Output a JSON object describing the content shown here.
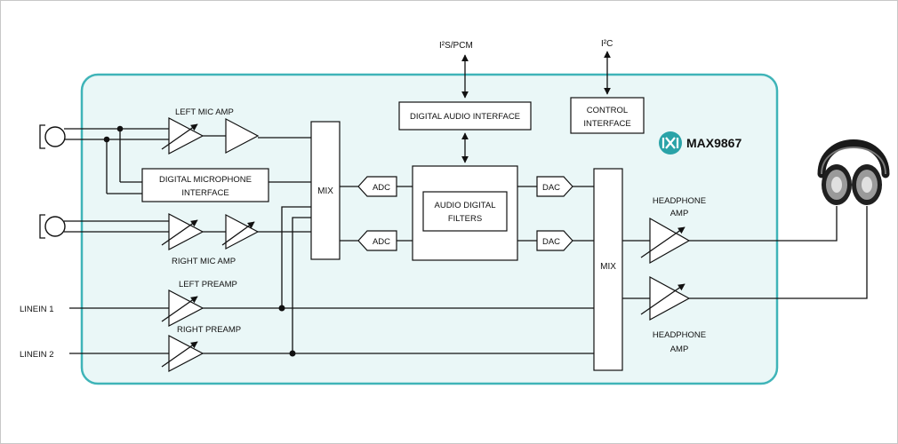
{
  "chip": {
    "name": "MAX9867",
    "logo_icon": "maxim-logo-icon"
  },
  "buses": {
    "i2s": "I²S/PCM",
    "i2c": "I²C"
  },
  "blocks": {
    "digital_audio_interface": "DIGITAL AUDIO INTERFACE",
    "control_interface": [
      "CONTROL",
      "INTERFACE"
    ],
    "digital_microphone_interface": [
      "DIGITAL MICROPHONE",
      "INTERFACE"
    ],
    "audio_digital_filters": [
      "AUDIO DIGITAL",
      "FILTERS"
    ],
    "mix_in": "MIX",
    "mix_out": "MIX",
    "adc": "ADC",
    "dac": "DAC"
  },
  "amps": {
    "left_mic": "LEFT MIC AMP",
    "right_mic": "RIGHT MIC AMP",
    "left_preamp": "LEFT PREAMP",
    "right_preamp": "RIGHT PREAMP",
    "headphone": [
      "HEADPHONE",
      "AMP"
    ]
  },
  "inputs": {
    "linein1": "LINEIN 1",
    "linein2": "LINEIN 2"
  },
  "colors": {
    "chip_fill": "#eaf7f7",
    "chip_border": "#3fb4b8",
    "logo_bg": "#2aa3a8"
  }
}
